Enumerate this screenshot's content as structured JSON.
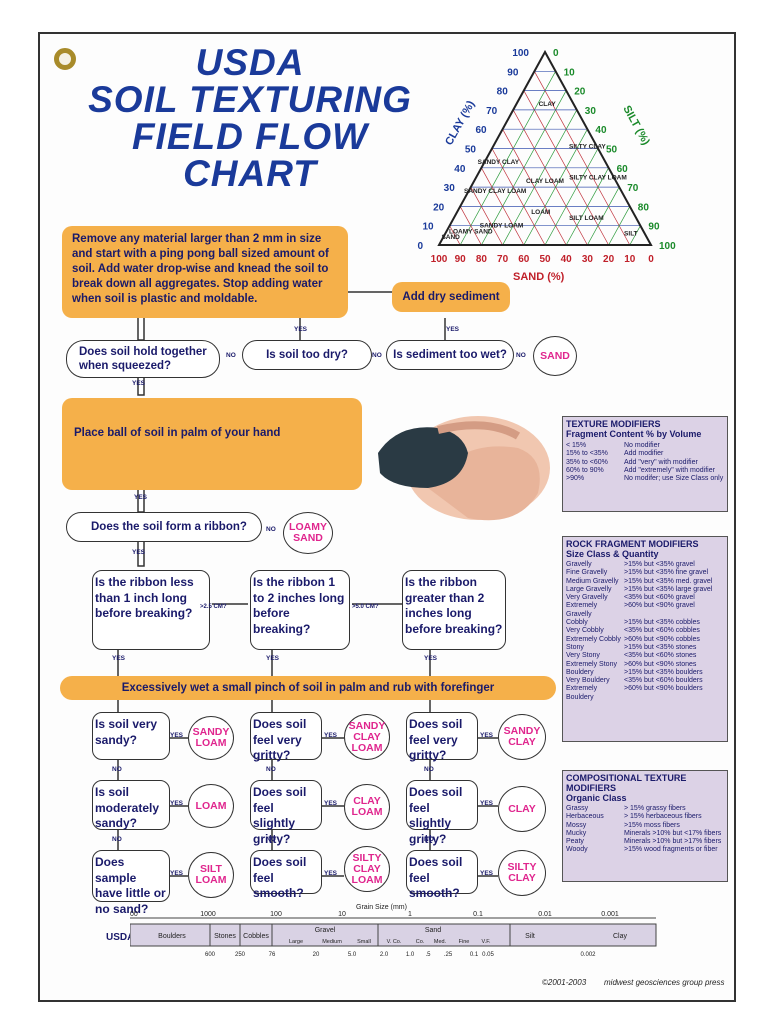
{
  "title": {
    "line1": "USDA",
    "line2": "SOIL TEXTURING",
    "line3": "FIELD FLOW",
    "line4": "CHART"
  },
  "triangle": {
    "clay_axis": "CLAY (%)",
    "silt_axis": "SILT (%)",
    "sand_axis": "SAND  (%)",
    "clay_ticks": [
      "100",
      "90",
      "80",
      "70",
      "60",
      "50",
      "40",
      "30",
      "20",
      "10",
      "0"
    ],
    "silt_ticks": [
      "0",
      "10",
      "20",
      "30",
      "40",
      "50",
      "60",
      "70",
      "80",
      "90",
      "100"
    ],
    "sand_ticks": [
      "100",
      "90",
      "80",
      "70",
      "60",
      "50",
      "40",
      "30",
      "20",
      "10",
      "0"
    ],
    "classes": {
      "clay": "CLAY",
      "silty_clay": "SILTY CLAY",
      "sandy_clay": "SANDY CLAY",
      "clay_loam": "CLAY LOAM",
      "silty_clay_loam": "SILTY CLAY LOAM",
      "sandy_clay_loam": "SANDY CLAY LOAM",
      "loam": "LOAM",
      "silt_loam": "SILT LOAM",
      "sandy_loam": "SANDY LOAM",
      "silt": "SILT",
      "sand": "SAND",
      "loamy_sand": "LOAMY SAND"
    }
  },
  "steps": {
    "intro": "Remove any material larger than 2 mm in size and  start with a ping pong ball sized amount of soil.    Add water drop-wise and knead the soil to break down all aggregates. Stop adding water when soil is plastic and moldable.",
    "add_dry": "Add dry sediment",
    "hold_together": "Does soil hold together when squeezed?",
    "too_dry": "Is soil too dry?",
    "too_wet": "Is sediment too wet?",
    "sand": "SAND",
    "palm": "Place ball of soil in palm of your hand",
    "ribbon": "Does the soil form a ribbon?",
    "loamy_sand": "LOAMY SAND",
    "ribbon_short": "Is the ribbon less than 1 inch long before breaking?",
    "ribbon_mid": "Is the ribbon 1 to 2 inches long before breaking?",
    "ribbon_long": "Is the ribbon greater than 2 inches long before breaking?",
    "gt25": ">2.5 CM?",
    "gt50": ">5.0 CM?",
    "wet_rub": "Excessively wet a small pinch of soil in palm and rub with forefinger",
    "q_very_sandy": "Is soil very sandy?",
    "q_mod_sandy": "Is soil moderately sandy?",
    "q_little_sand": "Does sample have little or no sand?",
    "q_very_gritty_1": "Does soil feel very gritty?",
    "q_slight_gritty_1": "Does soil feel slightly gritty?",
    "q_smooth_1": "Does soil feel smooth?",
    "q_very_gritty_2": "Does soil feel very gritty?",
    "q_slight_gritty_2": "Does soil feel slightly gritty?",
    "q_smooth_2": "Does soil feel smooth?",
    "r_sandy_loam": "SANDY LOAM",
    "r_loam": "LOAM",
    "r_silt_loam": "SILT LOAM",
    "r_sandy_clay_loam": "SANDY CLAY LOAM",
    "r_clay_loam": "CLAY LOAM",
    "r_silty_clay_loam": "SILTY CLAY LOAM",
    "r_sandy_clay": "SANDY CLAY",
    "r_clay": "CLAY",
    "r_silty_clay": "SILTY CLAY",
    "yes": "YES",
    "no": "NO"
  },
  "texture_modifiers": {
    "title": "TEXTURE MODIFIERS",
    "subtitle": "Fragment Content % by Volume",
    "rows": [
      [
        "< 15%",
        "No modifier"
      ],
      [
        "15% to <35%",
        "Add modifier"
      ],
      [
        "35% to <60%",
        "Add \"very\" with modifier"
      ],
      [
        "60% to 90%",
        "Add \"extremely\" with modifier"
      ],
      [
        ">90%",
        "No modifer; use Size Class only"
      ]
    ]
  },
  "rock_modifiers": {
    "title": "ROCK FRAGMENT MODIFIERS",
    "subtitle": "Size Class & Quantity",
    "rows": [
      [
        "Gravelly",
        ">15% but <35% gravel"
      ],
      [
        "Fine Gravelly",
        ">15% but <35% fine gravel"
      ],
      [
        "Medium Gravelly",
        ">15% but <35% med. gravel"
      ],
      [
        "Large Gravelly",
        ">15% but <35% large gravel"
      ],
      [
        "Very Gravelly",
        "<35% but <60% gravel"
      ],
      [
        "Extremely Gravelly",
        ">60% but <90% gravel"
      ],
      [
        "Cobbly",
        ">15% but <35% cobbles"
      ],
      [
        "Very Cobbly",
        "<35% but <60% cobbles"
      ],
      [
        "Extremely Cobbly",
        ">60% but <90% cobbles"
      ],
      [
        "Stony",
        ">15% but <35% stones"
      ],
      [
        "Very Stony",
        "<35% but <60% stones"
      ],
      [
        "Extremely Stony",
        ">60% but <90% stones"
      ],
      [
        "Bouldery",
        ">15% but <35% boulders"
      ],
      [
        "Very Bouldery",
        "<35% but <60% boulders"
      ],
      [
        "Extremely Bouldery",
        ">60% but <90% boulders"
      ]
    ]
  },
  "compositional_modifiers": {
    "title": "COMPOSITIONAL TEXTURE MODIFIERS",
    "subtitle": "Organic Class",
    "rows": [
      [
        "Grassy",
        "> 15% grassy fibers"
      ],
      [
        "Herbaceous",
        "> 15% herbaceous fibers"
      ],
      [
        "Mossy",
        ">15% moss fibers"
      ],
      [
        "Mucky",
        "Minerals >10% but <17% fibers"
      ],
      [
        "Peaty",
        "Minerals >10% but >17% fibers"
      ],
      [
        "Woody",
        ">15% wood fragments or fiber"
      ]
    ]
  },
  "grain_scale": {
    "title": "Grain Size  (mm)",
    "usda": "USDA",
    "top_ticks": [
      "1000",
      "1000",
      "100",
      "10",
      "1",
      "0.1",
      "0.01",
      "0.001"
    ],
    "classes": [
      "Boulders",
      "Stones",
      "Cobbles",
      "Gravel",
      "Sand",
      "Silt",
      "Clay"
    ],
    "gravel_sub": [
      "Large",
      "Medium",
      "Small"
    ],
    "sand_sub": [
      "V. Co.",
      "Co.",
      "Med.",
      "Fine",
      "V.F."
    ],
    "bottom_ticks": [
      "600",
      "250",
      "76",
      "20",
      "5.0",
      "2.0",
      "1.0",
      ".5",
      ".25",
      "0.1",
      "0.05",
      "0.002"
    ]
  },
  "footer": {
    "copyright": "©2001-2003",
    "press": "midwest geosciences group press"
  }
}
